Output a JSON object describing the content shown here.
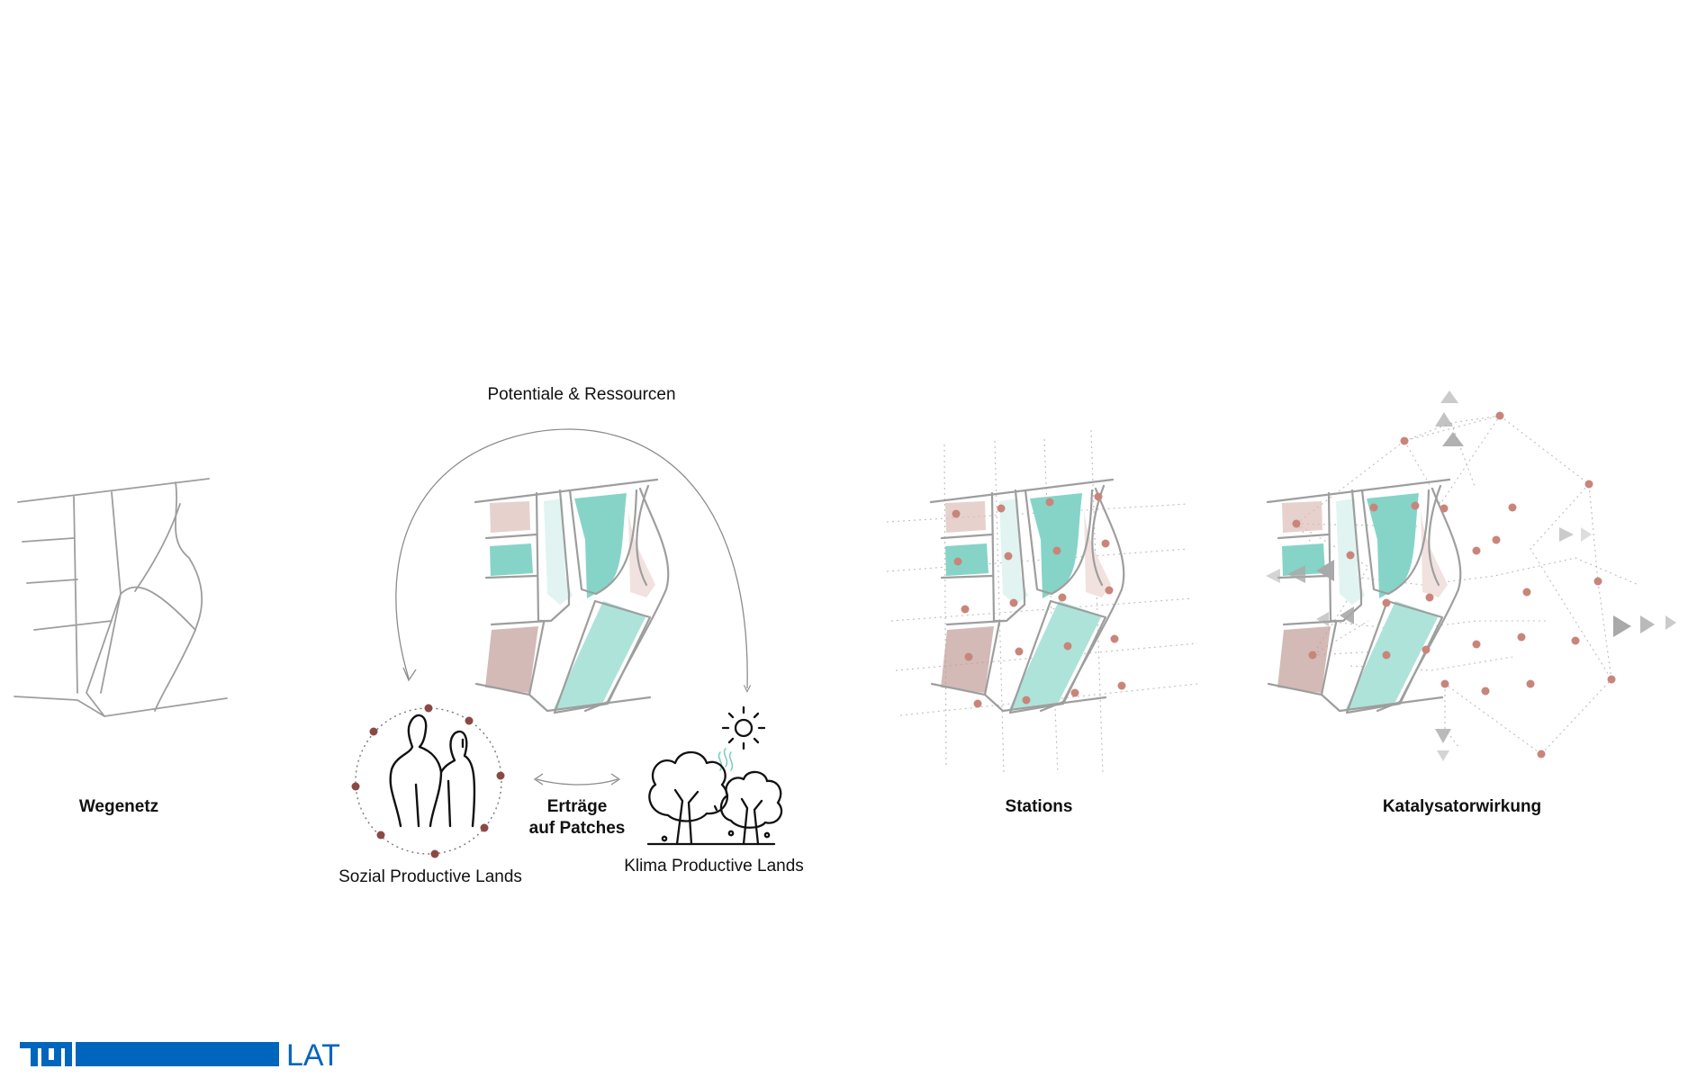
{
  "labels": {
    "top": "Potentiale & Ressourcen",
    "panel1": "Wegenetz",
    "ertraege_line1": "Erträge",
    "ertraege_line2": "auf Patches",
    "sozial": "Sozial Productive Lands",
    "klima": "Klima Productive Lands",
    "panel3": "Stations",
    "panel4": "Katalysatorwirkung"
  },
  "logo": {
    "left": "TUM",
    "right": "LAT",
    "color": "#0065bd"
  },
  "colors": {
    "line": "#9e9e9e",
    "teal_dark": "#86d4c8",
    "teal_mid": "#aee3da",
    "teal_light": "#e1f4f1",
    "rose": "#dcbdb8",
    "rose_light": "#f1e2df",
    "dot": "#c9857a",
    "dot_dark": "#8a4a43",
    "grey_triangle": "#a9a9a9"
  },
  "icons": [
    "people-icon",
    "tree-icon",
    "sun-icon",
    "double-arrow-icon",
    "curved-arrow-icon",
    "triangle-icon"
  ]
}
